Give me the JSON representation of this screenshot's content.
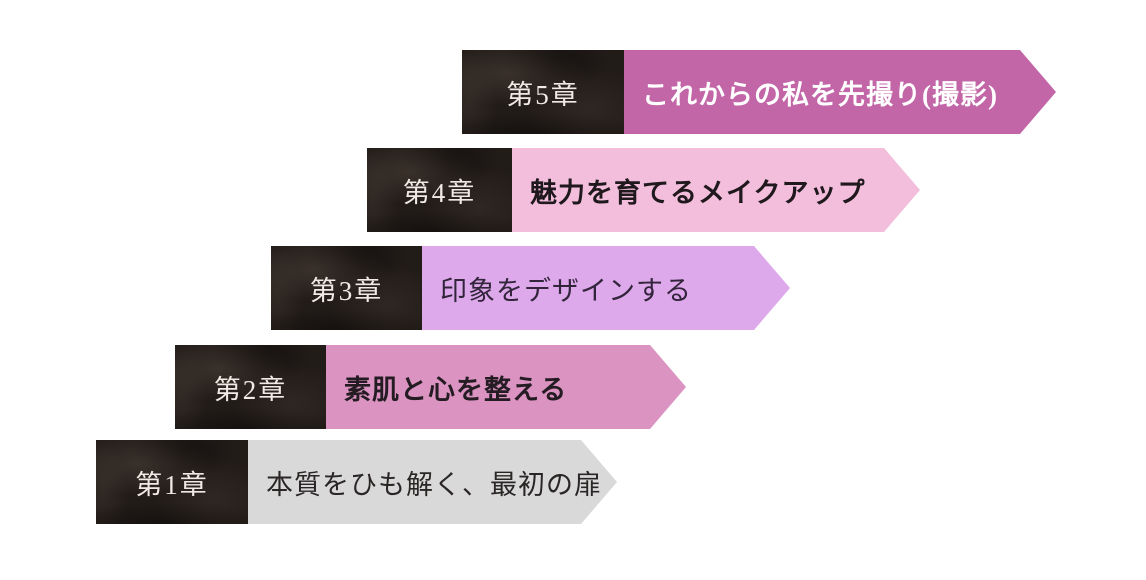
{
  "page": {
    "background_color": "#ffffff",
    "description": "Five-step staircase chapter diagram with dark textured chapter boxes and pink/purple arrow banners"
  },
  "diagram": {
    "rows": [
      {
        "chapter": "第1章",
        "title": "本質をひも解く、最初の扉",
        "arrow_color": "#d9d9d9",
        "title_color": "#2b2626",
        "title_bold": false,
        "chapter_text_color": "#efeae4",
        "box_color": "#221c19"
      },
      {
        "chapter": "第2章",
        "title": "素肌と心を整える",
        "arrow_color": "#db93c1",
        "title_color": "#241c22",
        "title_bold": true,
        "chapter_text_color": "#efeae4",
        "box_color": "#221c19"
      },
      {
        "chapter": "第3章",
        "title": "印象をデザインする",
        "arrow_color": "#dda9eb",
        "title_color": "#32243a",
        "title_bold": false,
        "chapter_text_color": "#efeae4",
        "box_color": "#221c19"
      },
      {
        "chapter": "第4章",
        "title": "魅力を育てるメイクアップ",
        "arrow_color": "#f2bedc",
        "title_color": "#1f181d",
        "title_bold": true,
        "chapter_text_color": "#efeae4",
        "box_color": "#221c19"
      },
      {
        "chapter": "第5章",
        "title": "これからの私を先撮り(撮影)",
        "arrow_color": "#c266a7",
        "title_color": "#ffffff",
        "title_bold": true,
        "chapter_text_color": "#efeae4",
        "box_color": "#221c19"
      }
    ]
  }
}
